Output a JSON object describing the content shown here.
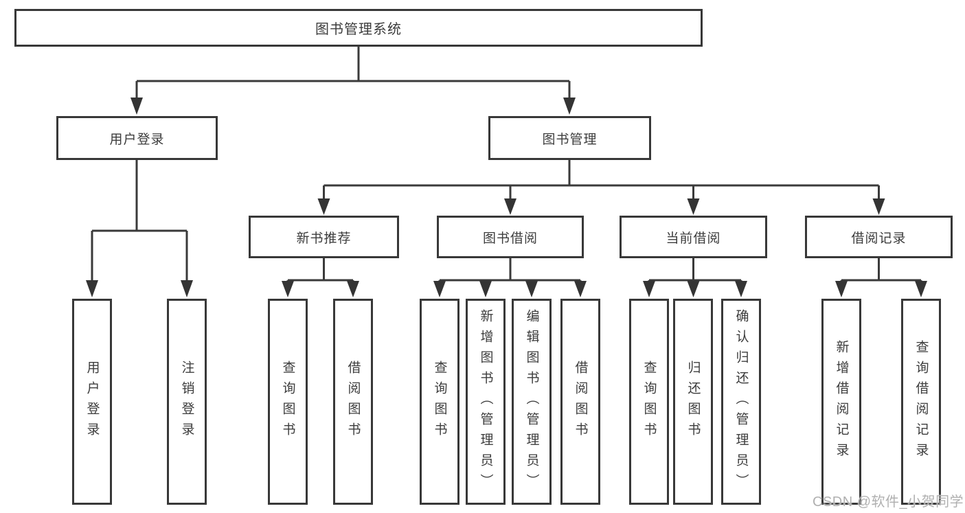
{
  "diagram": {
    "title": "图书管理系统",
    "root": {
      "label": "图书管理系统"
    },
    "level1": {
      "user_login": {
        "label": "用户登录"
      },
      "book_mgmt": {
        "label": "图书管理"
      }
    },
    "level2": {
      "new_books": {
        "label": "新书推荐"
      },
      "book_borrow": {
        "label": "图书借阅"
      },
      "current_borrow": {
        "label": "当前借阅"
      },
      "borrow_records": {
        "label": "借阅记录"
      }
    },
    "leaves": {
      "user_login": [
        "用户登录",
        "注销登录"
      ],
      "new_books": [
        "查询图书",
        "借阅图书"
      ],
      "book_borrow": [
        "查询图书",
        "新增图书（管理员）",
        "编辑图书（管理员）",
        "借阅图书"
      ],
      "current_borrow": [
        "查询图书",
        "归还图书",
        "确认归还（管理员）"
      ],
      "borrow_records": [
        "新增借阅记录",
        "查询借阅记录"
      ]
    },
    "colors": {
      "line": "#3a3a3a",
      "text": "#3c3c3c",
      "box_background": "#ffffff",
      "watermark_text": "#b0b0b0"
    }
  },
  "watermark": "CSDN @软件_小贺同学"
}
